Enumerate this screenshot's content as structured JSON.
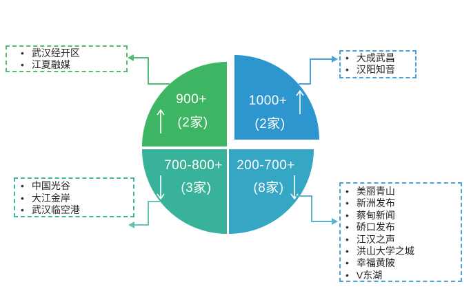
{
  "pie": {
    "quadrants": [
      {
        "position": "top-left",
        "range": "900+",
        "count": "(2家)",
        "trend": "up",
        "color": "#3eb563"
      },
      {
        "position": "top-right",
        "range": "1000+",
        "count": "(2家)",
        "trend": "up",
        "color": "#2e96ce"
      },
      {
        "position": "bottom-left",
        "range": "700-800+",
        "count": "(3家)",
        "trend": "down",
        "color": "#38b29a"
      },
      {
        "position": "bottom-right",
        "range": "200-700+",
        "count": "(8家)",
        "trend": "down",
        "color": "#35a6c3"
      }
    ]
  },
  "callouts": {
    "top_left": {
      "items": [
        "武汉经开区",
        "江夏融媒"
      ],
      "border_color": "#4fbd72"
    },
    "top_right": {
      "items": [
        "大成武昌",
        "汉阳知音"
      ],
      "border_color": "#4aa2d8"
    },
    "middle_left": {
      "items": [
        "中国光谷",
        "大江金岸",
        "武汉临空港"
      ],
      "border_color": "#3fb3a2"
    },
    "bottom_right": {
      "items": [
        "美丽青山",
        "新洲发布",
        "蔡甸新闻",
        "硚口发布",
        "江汉之声",
        "洪山大学之城",
        "幸福黄陂",
        "V东湖"
      ],
      "border_color": "#4aa2d8"
    }
  },
  "connector_colors": {
    "top_left": "#4fbd72",
    "top_right": "#4aa2d8",
    "bottom_left": "#63c2b2",
    "bottom_right": "#58b3cb"
  },
  "chart_data": {
    "type": "pie",
    "title": "",
    "series": [
      {
        "label": "1000+",
        "count": 2,
        "trend": "up",
        "members": [
          "大成武昌",
          "汉阳知音"
        ]
      },
      {
        "label": "900+",
        "count": 2,
        "trend": "up",
        "members": [
          "武汉经开区",
          "江夏融媒"
        ]
      },
      {
        "label": "700-800+",
        "count": 3,
        "trend": "down",
        "members": [
          "中国光谷",
          "大江金岸",
          "武汉临空港"
        ]
      },
      {
        "label": "200-700+",
        "count": 8,
        "trend": "down",
        "members": [
          "美丽青山",
          "新洲发布",
          "蔡甸新闻",
          "硚口发布",
          "江汉之声",
          "洪山大学之城",
          "幸福黄陂",
          "V东湖"
        ]
      }
    ]
  }
}
